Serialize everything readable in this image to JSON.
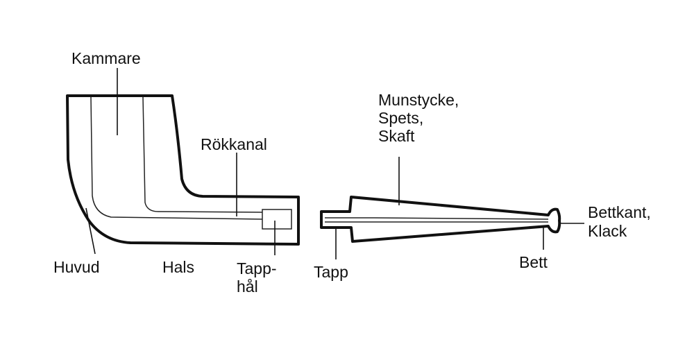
{
  "diagram": {
    "labels": {
      "kammare": "Kammare",
      "rokkanal": "Rökkanal",
      "huvud": "Huvud",
      "hals": "Hals",
      "tapphal_line1": "Tapp-",
      "tapphal_line2": "hål",
      "tapp": "Tapp",
      "munstycke_line1": "Munstycke,",
      "munstycke_line2": "Spets,",
      "munstycke_line3": "Skaft",
      "bett": "Bett",
      "bettkant_line1": "Bettkant,",
      "bettkant_line2": "Klack"
    }
  }
}
